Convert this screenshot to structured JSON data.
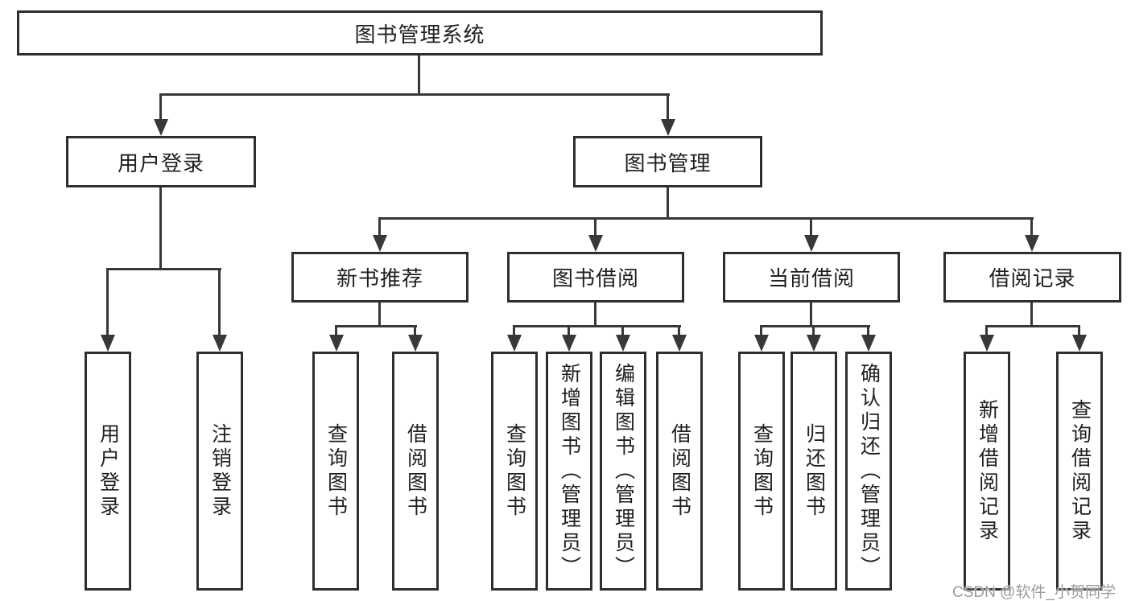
{
  "diagram": {
    "title": "图书管理系统",
    "colors": {
      "line": "#383838",
      "border": "#2e2e2e",
      "text": "#1f1f1f",
      "watermark": "#9b9b9b",
      "background": "#ffffff"
    },
    "nodes": {
      "root": "图书管理系统",
      "level2": [
        "用户登录",
        "图书管理"
      ],
      "level3": [
        "新书推荐",
        "图书借阅",
        "当前借阅",
        "借阅记录"
      ],
      "leaves": {
        "user": [
          "用户登录",
          "注销登录"
        ],
        "newbook": [
          "查询图书",
          "借阅图书"
        ],
        "borrow": [
          "查询图书",
          "新增图书（管理员）",
          "编辑图书（管理员）",
          "借阅图书"
        ],
        "current": [
          "查询图书",
          "归还图书",
          "确认归还（管理员）"
        ],
        "records": [
          "新增借阅记录",
          "查询借阅记录"
        ]
      }
    },
    "watermark": "CSDN @软件_小贺同学"
  }
}
